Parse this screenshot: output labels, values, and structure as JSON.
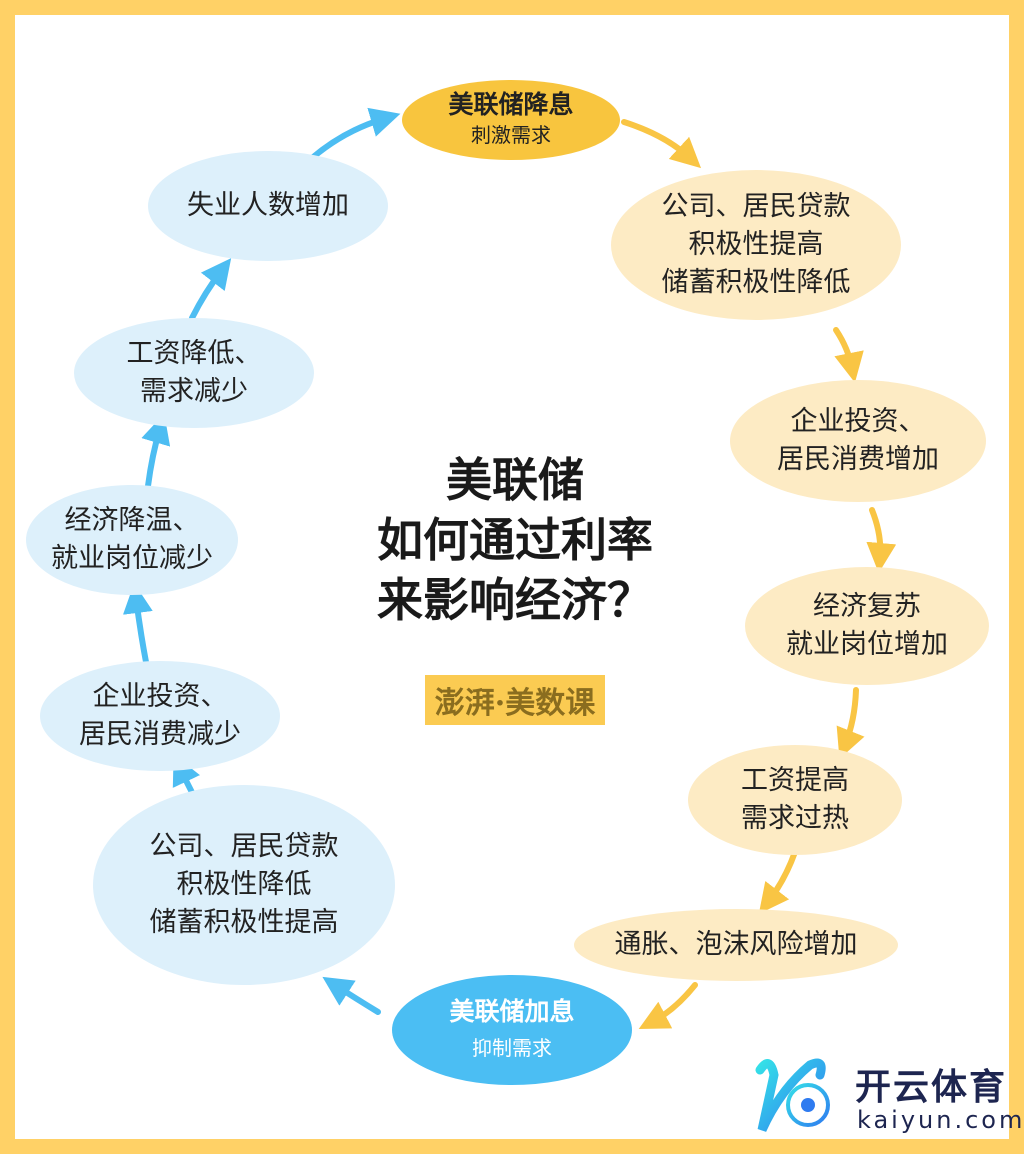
{
  "title": [
    "美联储",
    "如何通过利率",
    "来影响经济？"
  ],
  "logo": "澎湃·美数课",
  "watermark": {
    "name": "开云体育",
    "url": "kaiyun.com"
  },
  "colors": {
    "border": "#FFD166",
    "yellow_node": "#FDEBC4",
    "blue_node": "#DDF0FB",
    "cut": "#F8C53E",
    "hike": "#4BBEF3",
    "yellow_arrow": "#F9C544",
    "blue_arrow": "#4DBDF2"
  },
  "nodes": {
    "cut": {
      "title": "美联储降息",
      "sub": "刺激需求"
    },
    "r1": [
      "公司、居民贷款",
      "积极性提高",
      "储蓄积极性降低"
    ],
    "r2": [
      "企业投资、",
      "居民消费增加"
    ],
    "r3": [
      "经济复苏",
      "就业岗位增加"
    ],
    "r4": [
      "工资提高",
      "需求过热"
    ],
    "r5": [
      "通胀、泡沫风险增加"
    ],
    "hike": {
      "title": "美联储加息",
      "sub": "抑制需求"
    },
    "l1": [
      "公司、居民贷款",
      "积极性降低",
      "储蓄积极性提高"
    ],
    "l2": [
      "企业投资、",
      "居民消费减少"
    ],
    "l3": [
      "经济降温、",
      "就业岗位减少"
    ],
    "l4": [
      "工资降低、",
      "需求减少"
    ],
    "l5": [
      "失业人数增加"
    ]
  }
}
